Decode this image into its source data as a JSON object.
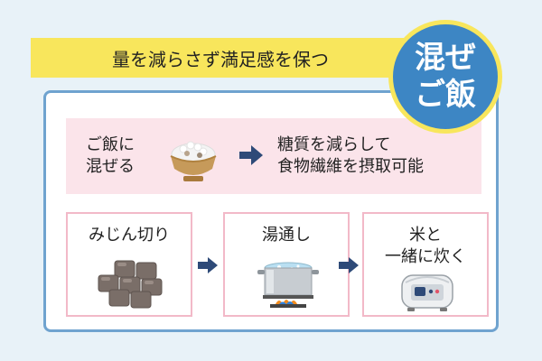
{
  "banner": {
    "text": "量を減らさず満足感を保つ"
  },
  "badge": {
    "line1": "混ぜ",
    "line2": "ご飯"
  },
  "summary": {
    "left_line1": "ご飯に",
    "left_line2": "混ぜる",
    "right_line1": "糖質を減らして",
    "right_line2": "食物繊維を摂取可能"
  },
  "steps": [
    {
      "line1": "みじん切り",
      "line2": ""
    },
    {
      "line1": "湯通し",
      "line2": ""
    },
    {
      "line1": "米と",
      "line2": "一緒に炊く"
    }
  ],
  "icons": {
    "bowl": "rice-bowl-icon",
    "konjac": "diced-konjac-icon",
    "pot": "boiling-pot-icon",
    "cooker": "rice-cooker-icon",
    "arrow": "arrow-right-icon"
  },
  "colors": {
    "background": "#e8f2f8",
    "banner": "#f8e65c",
    "badge": "#3d86c4",
    "card_border": "#6fa3cf",
    "pink": "#fbe4ea",
    "step_border": "#f2b9c8",
    "arrow": "#2e4a78"
  }
}
